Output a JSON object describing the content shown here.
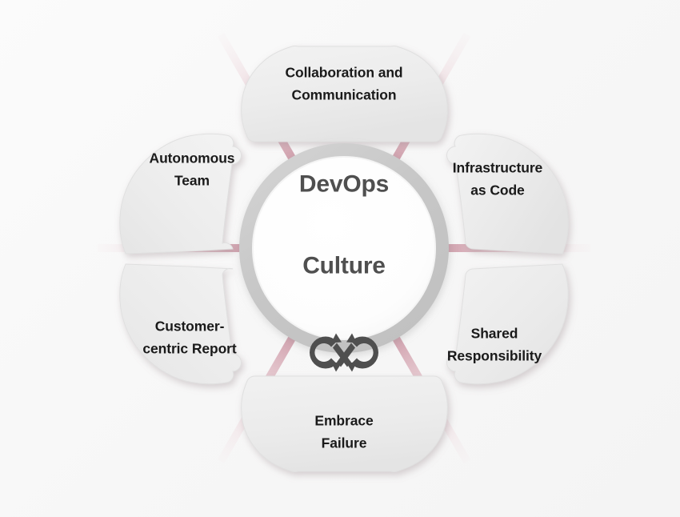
{
  "diagram": {
    "type": "hub-and-spoke-petal-wheel",
    "title": "DevOps Culture",
    "background_color": "#f9f9f9",
    "center": {
      "label": "DevOps\nCulture",
      "line1": "DevOps",
      "line2": "Culture",
      "icon": "infinity-loop-arrows-icon",
      "text_color": "#4f4f4f",
      "ring_color": "#c9c9c9",
      "fill_color": "#ffffff"
    },
    "petal_style": {
      "fill_color": "#ededed",
      "label_color": "#1a1a1a",
      "gap_color": "#d9a9b4",
      "count": 6
    },
    "petals": [
      {
        "id": "collaboration-and-communication",
        "label": "Collaboration and\nCommunication",
        "line1": "Collaboration and",
        "line2": "Communication",
        "position": "top",
        "angle_deg": 270
      },
      {
        "id": "infrastructure-as-code",
        "label": "Infrastructure\nas Code",
        "line1": "Infrastructure",
        "line2": "as Code",
        "position": "top-right",
        "angle_deg": 330
      },
      {
        "id": "shared-responsibility",
        "label": "Shared\nResponsibility",
        "line1": "Shared",
        "line2": "Responsibility",
        "position": "bottom-right",
        "angle_deg": 30
      },
      {
        "id": "embrace-failure",
        "label": "Embrace\nFailure",
        "line1": "Embrace",
        "line2": "Failure",
        "position": "bottom",
        "angle_deg": 90
      },
      {
        "id": "customer-centric-report",
        "label": "Customer-\ncentric Report",
        "line1": "Customer-",
        "line2": "centric Report",
        "position": "bottom-left",
        "angle_deg": 150
      },
      {
        "id": "autonomous-team",
        "label": "Autonomous\nTeam",
        "line1": "Autonomous",
        "line2": "Team",
        "position": "top-left",
        "angle_deg": 210
      }
    ]
  }
}
